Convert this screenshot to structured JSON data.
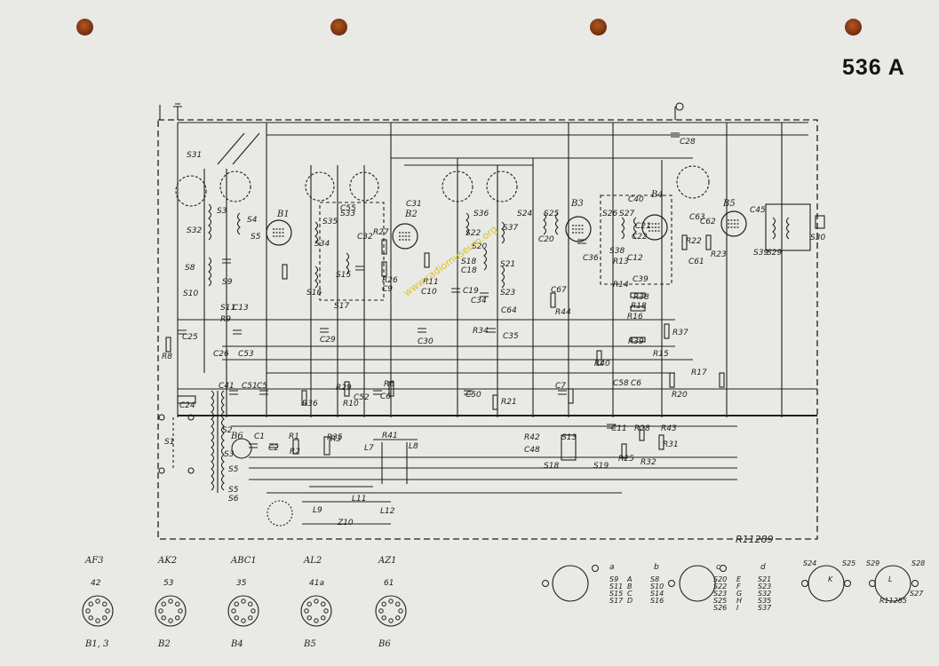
{
  "sheet": {
    "model_label": "536 A",
    "drawing_number": "R11289",
    "watermark": "www.radiomuseum.org"
  },
  "tubes_main": [
    "B1",
    "B2",
    "B3",
    "B4",
    "B5",
    "B6"
  ],
  "component_labels": [
    "S31",
    "S32",
    "S8",
    "S10",
    "S3",
    "S4",
    "S5",
    "S9",
    "S11",
    "C13",
    "S34",
    "S35",
    "S16",
    "S33",
    "S15",
    "S17",
    "C55",
    "C31",
    "C32",
    "R27",
    "R26",
    "C9",
    "R11",
    "C10",
    "S36",
    "S22",
    "S18",
    "C18",
    "S20",
    "C19",
    "S37",
    "S21",
    "S23",
    "C64",
    "R34",
    "C35",
    "C34",
    "S24",
    "S25",
    "C20",
    "C36",
    "S26",
    "S27",
    "C40",
    "S38",
    "C21",
    "C22",
    "C12",
    "C39",
    "R14",
    "R38",
    "R18",
    "R16",
    "R13",
    "R39",
    "R40",
    "C58",
    "C6",
    "R15",
    "R37",
    "C67",
    "R44",
    "C28",
    "C63",
    "R22",
    "R23",
    "C61",
    "C62",
    "S30",
    "S39",
    "S29",
    "C45",
    "R17",
    "R20",
    "R9",
    "C25",
    "R8",
    "C26",
    "C53",
    "C29",
    "C30",
    "C41",
    "C51",
    "C5",
    "C24",
    "R36",
    "R29",
    "R10",
    "C52",
    "R35",
    "C6",
    "R6",
    "C50",
    "R21",
    "C7",
    "R41",
    "L7",
    "L8",
    "S1",
    "S2",
    "S3",
    "S5",
    "S6",
    "C1",
    "C2",
    "R1",
    "R2",
    "R3",
    "R42",
    "C48",
    "S13",
    "C11",
    "R28",
    "R43",
    "R31",
    "R25",
    "R32",
    "S18",
    "S19",
    "L11",
    "L9",
    "L12",
    "Z10",
    "S5"
  ],
  "legend_tubes": [
    {
      "name": "AF3",
      "pin_label": "42",
      "bottom": "B1, 3"
    },
    {
      "name": "AK2",
      "pin_label": "53",
      "bottom": "B2"
    },
    {
      "name": "ABC1",
      "pin_label": "35",
      "bottom": "B4"
    },
    {
      "name": "AL2",
      "pin_label": "41a",
      "bottom": "B5"
    },
    {
      "name": "AZ1",
      "pin_label": "61",
      "bottom": "B6"
    }
  ],
  "switch_table": {
    "columns": [
      [
        "S9",
        "S11",
        "S15",
        "S17"
      ],
      [
        "A",
        "B",
        "C",
        "D"
      ],
      [
        "S8",
        "S10",
        "S14",
        "S16"
      ],
      [
        "S20",
        "S22",
        "S23",
        "S25",
        "S26"
      ],
      [
        "E",
        "F",
        "G",
        "H",
        "I"
      ],
      [
        "S21",
        "S23",
        "S32",
        "S35",
        "S37"
      ]
    ],
    "headers": [
      "a",
      "b",
      "c",
      "d"
    ],
    "connector_labels": [
      "S24",
      "S25",
      "K",
      "S29",
      "S28",
      "S27",
      "L",
      "R11285"
    ]
  },
  "colors": {
    "paper": "#e9e9e6",
    "ink": "#1c1c1c",
    "hole": "#8a3b16",
    "watermark": "#d9c228"
  }
}
